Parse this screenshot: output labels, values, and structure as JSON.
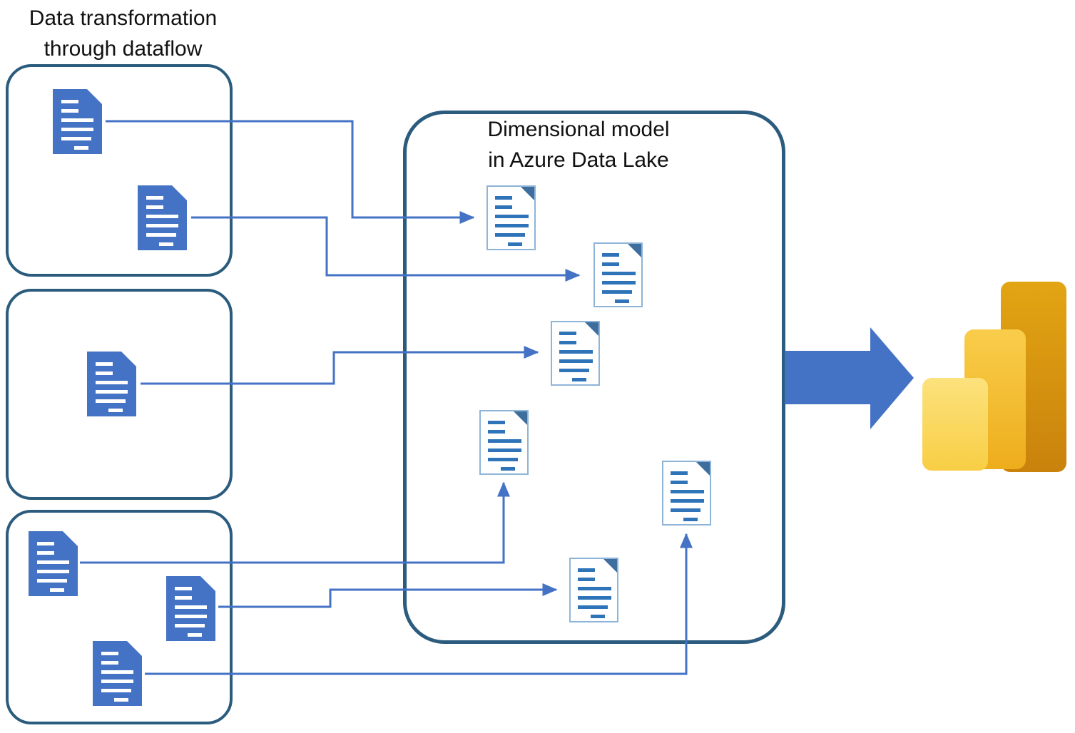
{
  "titles": {
    "main": {
      "line1": "Data transformation",
      "line2": "through dataflow"
    },
    "model_box": {
      "line1": "Dimensional model",
      "line2": "in Azure Data Lake"
    }
  },
  "colors": {
    "box_border": "#2B5B7D",
    "document_fill": "#4472C4",
    "document_line_color": "#FFFFFF",
    "outline_document_border": "#8EB4D8",
    "outline_document_lines": "#2F74B8",
    "outline_document_fold": "#3D6E9E",
    "connector": "#4472C4",
    "big_arrow": "#4472C4",
    "powerbi_bar_front": "#F8CE44",
    "powerbi_bar_middle": "#EDAD1C",
    "powerbi_bar_back": "#C9820C",
    "text": "#111111"
  },
  "icons": [
    {
      "name": "document-icon-filled",
      "count": 6
    },
    {
      "name": "document-icon-outline",
      "count": 6
    },
    {
      "name": "big-right-arrow-icon",
      "count": 1
    },
    {
      "name": "power-bi-logo",
      "count": 1
    }
  ],
  "diagram": {
    "source_groups": [
      {
        "name": "dataflow-group-1",
        "filled_document_count": 2
      },
      {
        "name": "dataflow-group-2",
        "filled_document_count": 1
      },
      {
        "name": "dataflow-group-3",
        "filled_document_count": 3
      }
    ],
    "model_container": {
      "label": "Dimensional model in Azure Data Lake",
      "outline_document_count": 6
    },
    "connections": [
      {
        "from": "group1-document-1",
        "to": "model-document-1"
      },
      {
        "from": "group1-document-2",
        "to": "model-document-2"
      },
      {
        "from": "group2-document-1",
        "to": "model-document-3"
      },
      {
        "from": "group3-document-1",
        "to": "model-document-4"
      },
      {
        "from": "group3-document-2",
        "to": "model-document-6"
      },
      {
        "from": "group3-document-3",
        "to": "model-document-5"
      }
    ],
    "output": {
      "icon": "power-bi-logo"
    }
  }
}
